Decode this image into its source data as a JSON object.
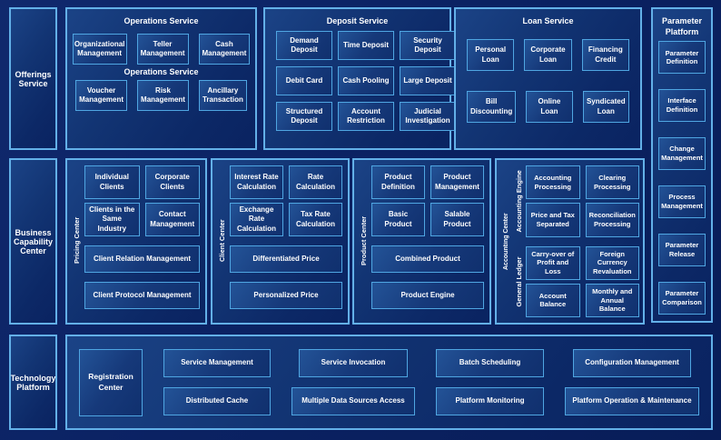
{
  "colors": {
    "page_bg": "#0B2263",
    "panel_border": "#63B0E8",
    "box_border": "#4FA6E2",
    "text": "#FFFFFF"
  },
  "rail": {
    "offerings": "Offerings Service",
    "business": "Business Capability Center",
    "technology": "Technology Platform"
  },
  "operations": {
    "title": "Operations Service",
    "subtitle": "Operations Service",
    "row1": [
      "Organizational Management",
      "Teller Management",
      "Cash Management"
    ],
    "row2": [
      "Voucher Management",
      "Risk Management",
      "Ancillary Transaction"
    ]
  },
  "deposit": {
    "title": "Deposit Service",
    "items": [
      "Demand Deposit",
      "Time Deposit",
      "Security Deposit",
      "Debit Card",
      "Cash Pooling",
      "Large Deposit",
      "Structured Deposit",
      "Account Restriction",
      "Judicial Investigation"
    ]
  },
  "loan": {
    "title": "Loan Service",
    "items": [
      "Personal Loan",
      "Corporate Loan",
      "Financing Credit",
      "Bill Discounting",
      "Online Loan",
      "Syndicated Loan"
    ]
  },
  "parameter": {
    "title": "Parameter Platform",
    "items": [
      "Parameter Definition",
      "Interface Definition",
      "Change Management",
      "Process Management",
      "Parameter Release",
      "Parameter Comparison"
    ]
  },
  "pricing_center": {
    "label": "Pricing Center",
    "grid": [
      "Individual Clients",
      "Corporate Clients",
      "Clients in the Same Industry",
      "Contact Management"
    ],
    "wide": [
      "Client Relation Management",
      "Client Protocol Management"
    ]
  },
  "client_center": {
    "label": "Client Center",
    "grid": [
      "Interest Rate Calculation",
      "Rate Calculation",
      "Exchange Rate Calculation",
      "Tax Rate Calculation"
    ],
    "wide": [
      "Differentiated Price",
      "Personalized Price"
    ]
  },
  "product_center": {
    "label": "Product Center",
    "grid": [
      "Product Definition",
      "Product Management",
      "Basic Product",
      "Salable Product"
    ],
    "wide": [
      "Combined Product",
      "Product Engine"
    ]
  },
  "accounting_center": {
    "label": "Accounting Center",
    "sections": [
      {
        "label": "Accounting Engine",
        "items": [
          "Accounting Processing",
          "Clearing Processing",
          "Price and Tax Separated",
          "Reconciliation Processing"
        ]
      },
      {
        "label": "General Ledger",
        "items": [
          "Carry-over of Profit and Loss",
          "Foreign Currency Revaluation",
          "Account Balance",
          "Monthly and Annual Balance"
        ]
      }
    ]
  },
  "technology_platform": {
    "registration": "Registration Center",
    "columns": [
      {
        "top": "Service Management",
        "bottom": "Distributed Cache"
      },
      {
        "top": "Service Invocation",
        "bottom": "Multiple Data Sources Access"
      },
      {
        "top": "Batch Scheduling",
        "bottom": "Platform Monitoring"
      },
      {
        "top": "Configuration Management",
        "bottom": "Platform Operation & Maintenance"
      }
    ]
  }
}
